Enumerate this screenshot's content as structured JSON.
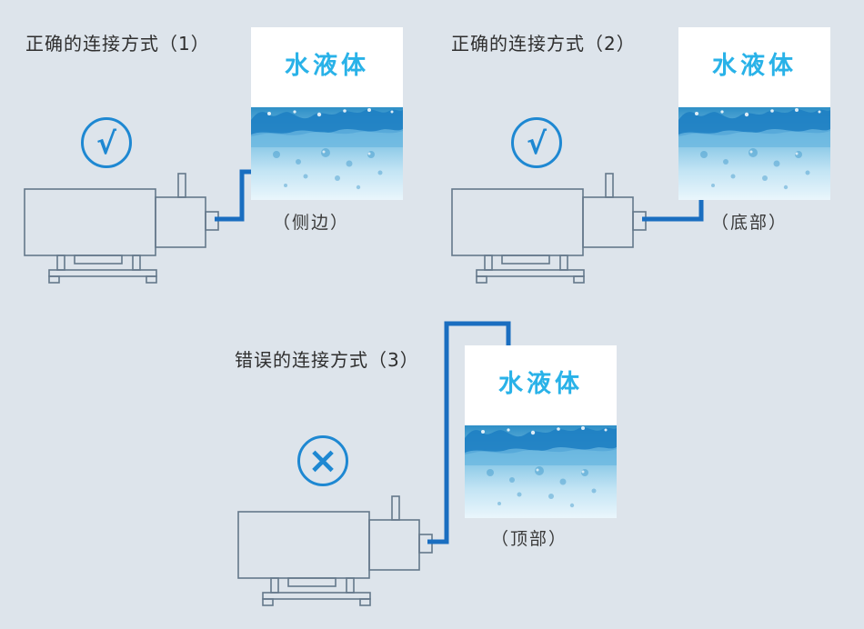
{
  "page": {
    "background": "#dde4eb"
  },
  "colors": {
    "pipe": "#1a6ec0",
    "mark": "#1e88d2",
    "pump_outline": "#64788a",
    "water_text": "#29b2e8",
    "tank_background": "#ffffff"
  },
  "diagrams": [
    {
      "title": "正确的连接方式（1）",
      "mark": "√",
      "mark_type": "correct",
      "tank_label": "水液体",
      "position_label": "（侧边）",
      "connection": "side"
    },
    {
      "title": "正确的连接方式（2）",
      "mark": "√",
      "mark_type": "correct",
      "tank_label": "水液体",
      "position_label": "（底部）",
      "connection": "bottom"
    },
    {
      "title": "错误的连接方式（3）",
      "mark": "×",
      "mark_type": "wrong",
      "tank_label": "水液体",
      "position_label": "（顶部）",
      "connection": "top"
    }
  ]
}
